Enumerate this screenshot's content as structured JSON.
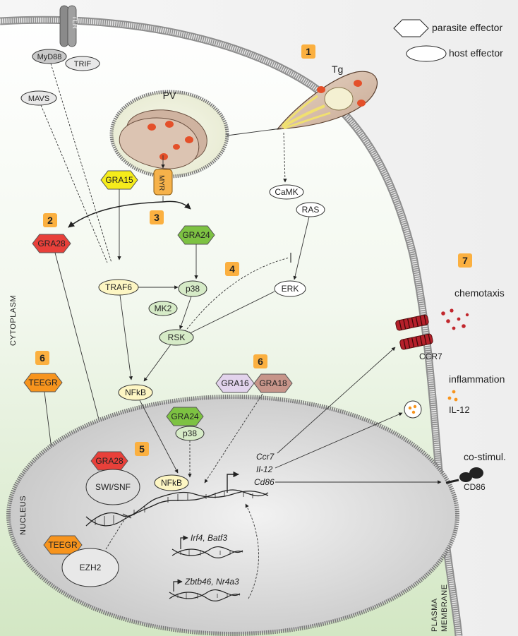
{
  "legend": {
    "parasite_effector": "parasite effector",
    "host_effector": "host effector"
  },
  "labels": {
    "tlr": "TLR",
    "myd88": "MyD88",
    "trif": "TRIF",
    "mavs": "MAVS",
    "pv": "PV",
    "tg": "Tg",
    "myr": "MYR",
    "gra15": "GRA15",
    "gra28": "GRA28",
    "gra24": "GRA24",
    "traf6": "TRAF6",
    "p38": "p38",
    "mk2": "MK2",
    "rsk": "RSK",
    "erk": "ERK",
    "camk": "CaMK",
    "ras": "RAS",
    "nfkb": "NFkB",
    "teegr": "TEEGR",
    "gra16": "GRA16",
    "gra18": "GRA18",
    "gra24_nuc": "GRA24",
    "p38_nuc": "p38",
    "gra28_nuc": "GRA28",
    "swisnf": "SWI/SNF",
    "nfkb_nuc": "NFkB",
    "teegr_nuc": "TEEGR",
    "ezh2": "EZH2",
    "ccr7_gene": "Ccr7",
    "il12_gene": "Il-12",
    "cd86_gene": "Cd86",
    "irf4": "Irf4, Batf3",
    "zbtb46": "Zbtb46, Nr4a3",
    "cytoplasm": "CYTOPLASM",
    "nucleus": "NUCLEUS",
    "plasma": "PLASMA",
    "membrane": "MEMBRANE",
    "chemotaxis": "chemotaxis",
    "ccr7": "CCR7",
    "inflammation": "inflammation",
    "il12": "IL-12",
    "costim": "co-stimul.",
    "cd86": "CD86"
  },
  "steps": {
    "s1": "1",
    "s2": "2",
    "s3": "3",
    "s4": "4",
    "s5": "5",
    "s6a": "6",
    "s6b": "6",
    "s7": "7"
  },
  "colors": {
    "yellow_effector": "#f5ec1b",
    "red_effector": "#e8403a",
    "green_effector": "#7dc242",
    "orange_effector": "#f7941d",
    "lilac_effector": "#e2d3ec",
    "mauve_effector": "#c7958a",
    "host_green": "#d6ebc7",
    "host_yellow": "#fdf6c3",
    "host_grey": "#dcdcdc",
    "badge": "#fbb040",
    "membrane": "#9a9a9a",
    "ccr7_red": "#b5202a"
  }
}
